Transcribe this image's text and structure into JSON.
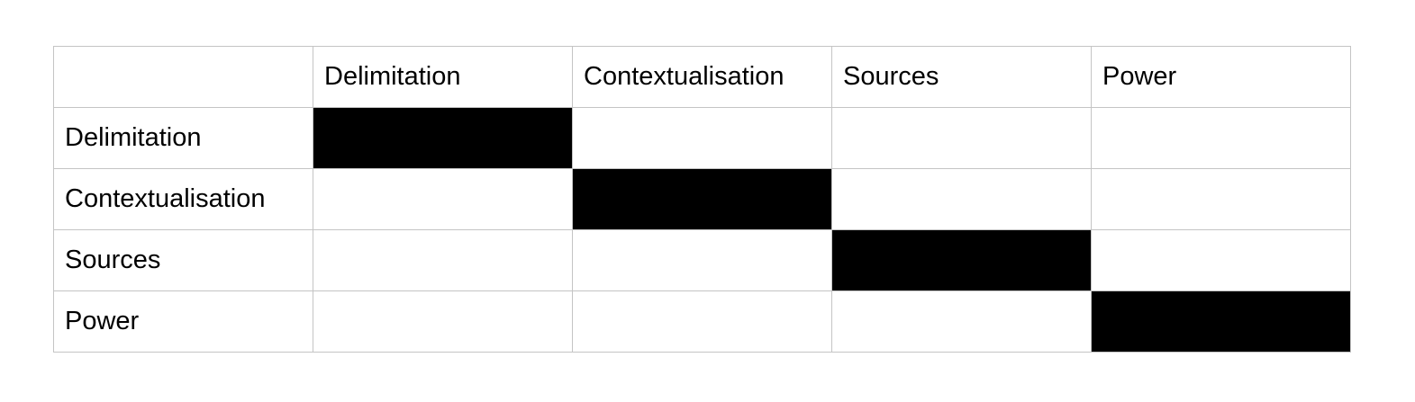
{
  "matrix": {
    "column_headers": [
      "Delimitation",
      "Contextualisation",
      "Sources",
      "Power"
    ],
    "rows": [
      {
        "label": "Delimitation",
        "cells": [
          true,
          false,
          false,
          false
        ]
      },
      {
        "label": "Contextualisation",
        "cells": [
          false,
          true,
          false,
          false
        ]
      },
      {
        "label": "Sources",
        "cells": [
          false,
          false,
          true,
          false
        ]
      },
      {
        "label": "Power",
        "cells": [
          false,
          false,
          false,
          true
        ]
      }
    ],
    "filled_color": "#000000",
    "empty_color": "#ffffff",
    "border_color": "#c4c4c4"
  }
}
